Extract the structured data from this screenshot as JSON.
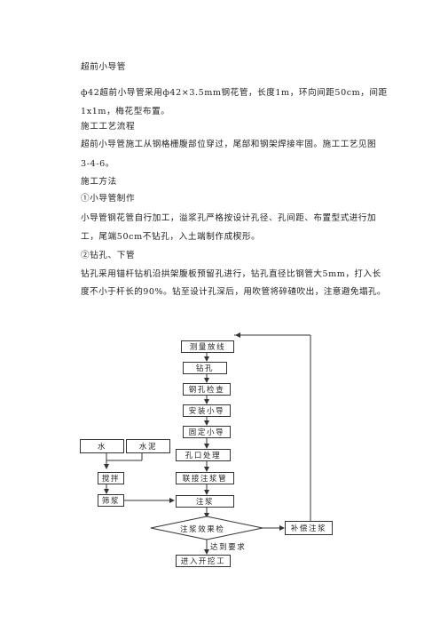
{
  "doc": {
    "heading": "超前小导管",
    "p1_line1": "ф42超前小导管采用ф42×3.5mm钢花管，长度1m，环向间距50cm，间距",
    "p1_line2": "1x1m，梅花型布置。",
    "section_flow": "施工工艺流程",
    "p2_line1": "超前小导管施工从钢格栅腹部位穿过，尾部和钢架焊接牢固。施工工艺见图",
    "p2_line2": "3-4-6。",
    "section_method": "施工方法",
    "item1_title": "①小导管制作",
    "item1_line1": "小导管钢花管自行加工，溢浆孔严格按设计孔径、孔间距、布置型式进行加",
    "item1_line2": "工，尾端50cm不钻孔，入土端制作成楔形。",
    "item2_title": "②钻孔、下管",
    "item2_line1": "钻孔采用锚杆钻机沿拱架腹板预留孔进行，钻孔直径比钢管大5mm，打入长",
    "item2_line2": "度不小于杆长的90%。钻至设计孔深后，用吹管将碎碴吹出，注意避免塌孔。"
  },
  "flowchart": {
    "step_survey": "测量放线",
    "step_drill": "钻孔",
    "step_inspect": "钢孔检查",
    "step_install": "安装小导",
    "step_fix": "固定小导",
    "step_orifice": "孔口处理",
    "step_connect": "联接注浆管",
    "step_grout": "注浆",
    "step_check": "注浆效果检",
    "step_enter": "进入开挖工",
    "step_supplement": "补偿注浆",
    "label_meet": "达到要求",
    "input_water": "水",
    "input_cement": "水泥",
    "step_mix": "搅拌",
    "step_filter": "筛浆"
  }
}
